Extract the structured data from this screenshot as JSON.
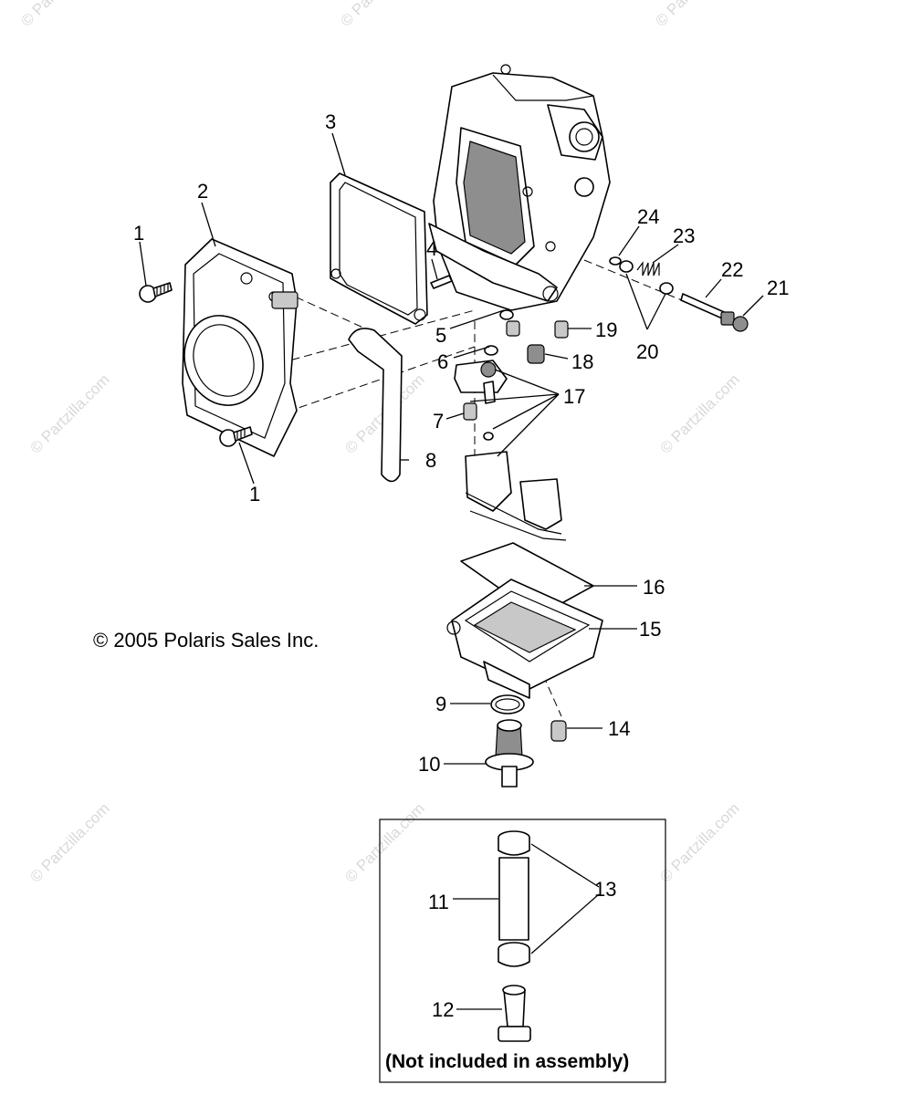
{
  "watermark": "© Partzilla.com",
  "copyright": "© 2005 Polaris Sales Inc.",
  "box_caption": "(Not included in assembly)",
  "callouts": {
    "c1a": "1",
    "c1b": "1",
    "c2": "2",
    "c3": "3",
    "c4": "4",
    "c5": "5",
    "c6": "6",
    "c7": "7",
    "c8": "8",
    "c9": "9",
    "c10": "10",
    "c11": "11",
    "c12": "12",
    "c13": "13",
    "c14": "14",
    "c15": "15",
    "c16": "16",
    "c17": "17",
    "c18": "18",
    "c19": "19",
    "c20": "20",
    "c21": "21",
    "c22": "22",
    "c23": "23",
    "c24": "24"
  }
}
